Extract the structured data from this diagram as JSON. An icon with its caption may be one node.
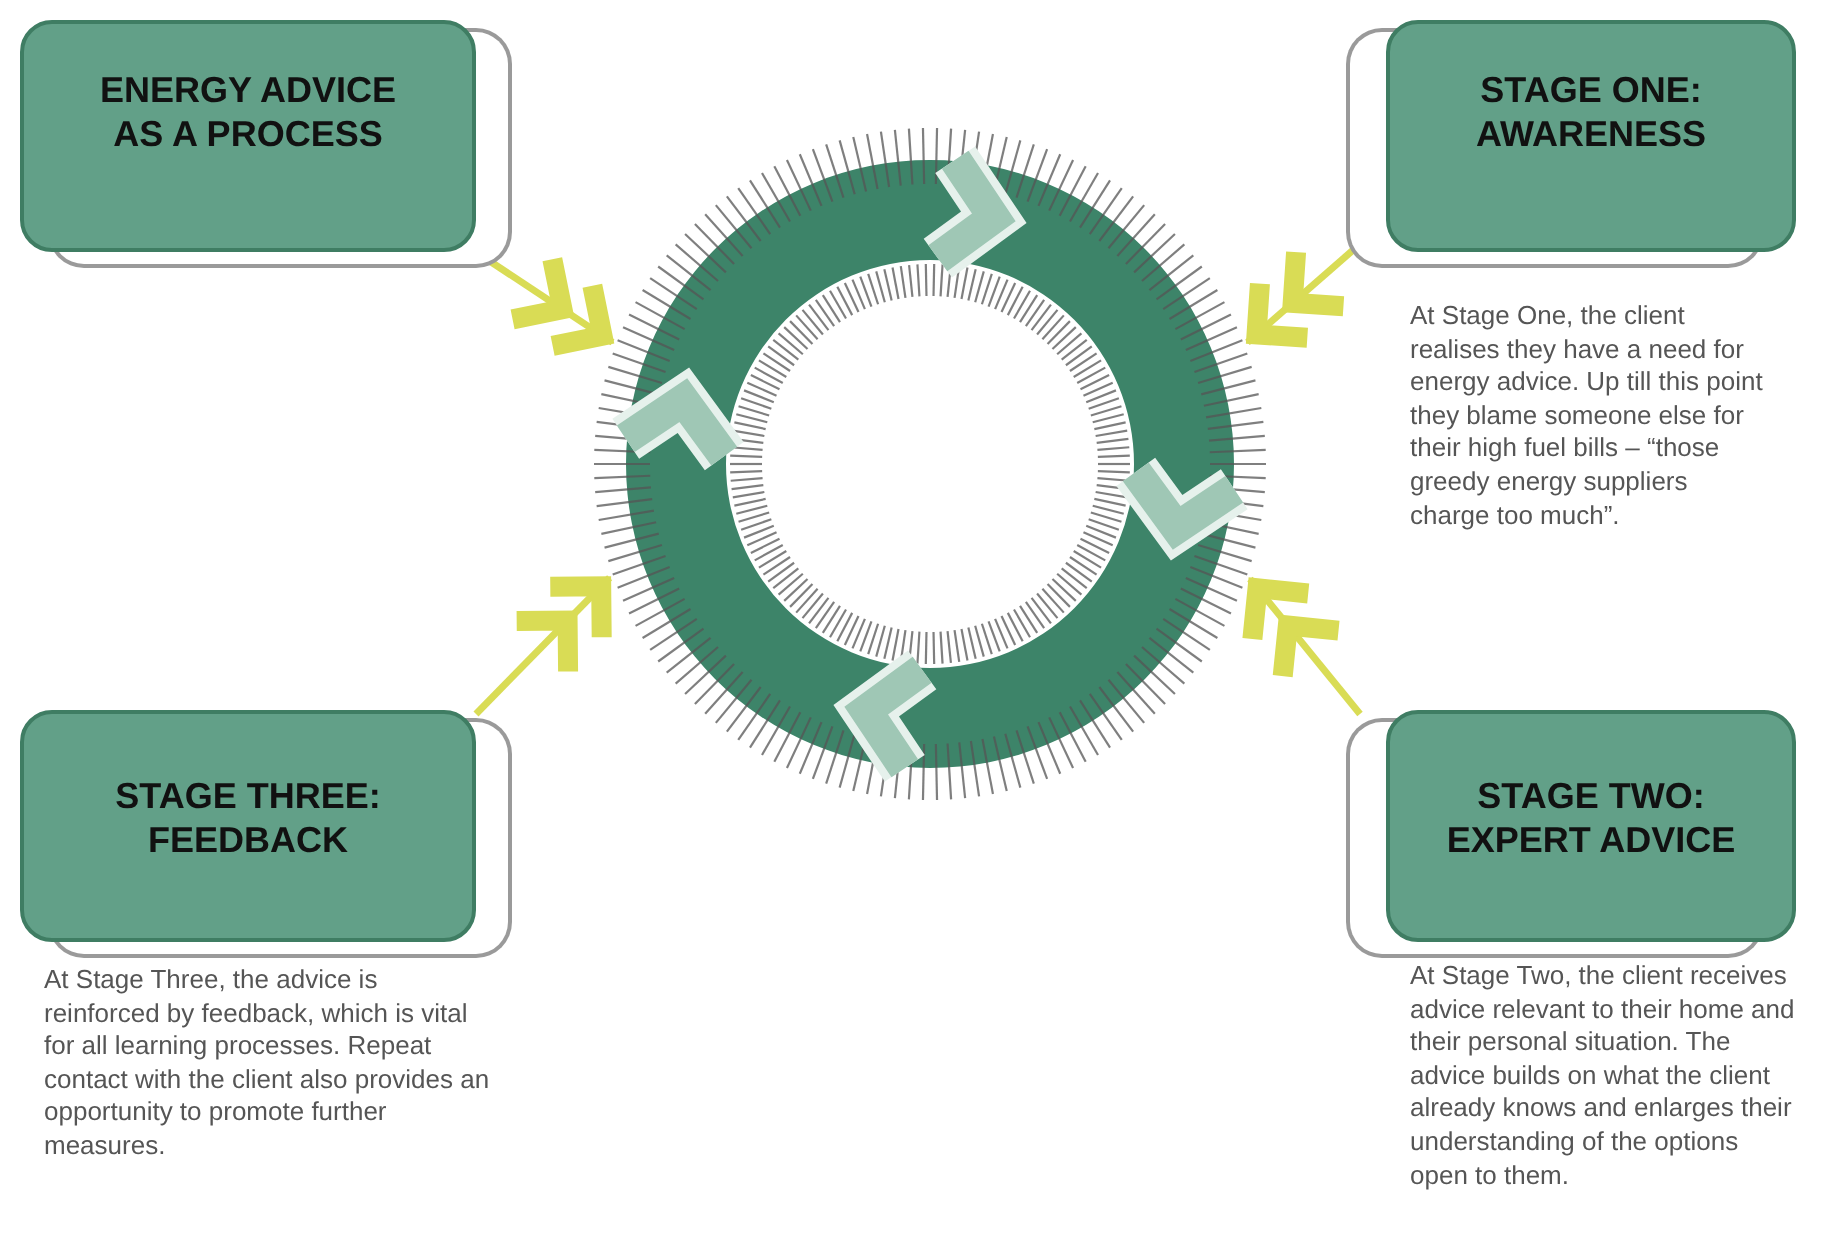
{
  "diagram": {
    "nodes": [
      {
        "text": [
          "ENERGY ADVICE AS A PROCESS"
        ]
      },
      {
        "text": [
          "STAGE ONE: AWARENESS"
        ],
        "beside": [
          "At Stage One, the client realises they have a need for energy advice. Up till this point they blame someone else for their high fuel bills – “those greedy energy suppliers charge too much”."
        ]
      },
      {
        "text": [
          "STAGE THREE: FEEDBACK"
        ],
        "beside": [
          "At Stage Three, the advice is reinforced by feedback, which is vital for all learning processes. Repeat contact with the client also provides an opportunity to promote further measures."
        ]
      },
      {
        "text": [
          "STAGE TWO: EXPERT ADVICE"
        ],
        "beside": [
          "At Stage Two, the client receives advice relevant to their home and  their personal situation. The advice builds on what the client already knows and enlarges their understanding of the options open to them."
        ]
      },
      {
        "text": [],
        "shape": "circle"
      }
    ],
    "edges": [
      {
        "from": 0,
        "to": 4,
        "arrow": "to"
      },
      {
        "from": 1,
        "to": 4,
        "arrow": "to"
      },
      {
        "from": 2,
        "to": 4,
        "arrow": "to"
      },
      {
        "from": 3,
        "to": 4,
        "arrow": "to"
      }
    ]
  }
}
